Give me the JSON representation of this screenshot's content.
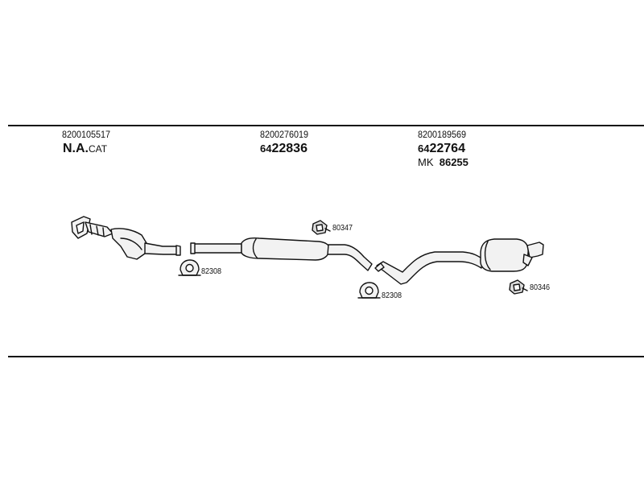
{
  "parts": {
    "front": {
      "oe_number": "8200105517",
      "code_prefix": "N.A.",
      "code_suffix": "CAT"
    },
    "middle": {
      "oe_number": "8200276019",
      "code_prefix": "64",
      "code_main": "22836"
    },
    "rear": {
      "oe_number": "8200189569",
      "code_prefix": "64",
      "code_main": "22764",
      "kit_label": "MK",
      "kit_number": "86255"
    }
  },
  "fittings": {
    "clamp_1": "82308",
    "hanger_1": "80347",
    "clamp_2": "82308",
    "hanger_2": "80346"
  }
}
